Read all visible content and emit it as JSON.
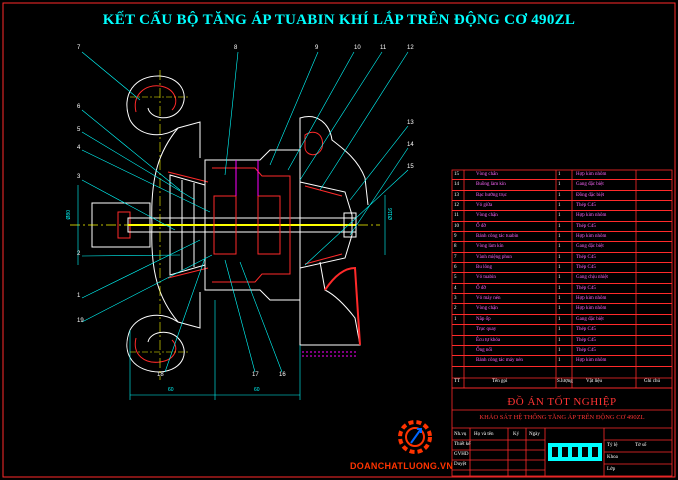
{
  "title": "KẾT CẤU BỘ TĂNG ÁP TUABIN KHÍ LẮP TRÊN ĐỘNG CƠ 490ZL",
  "callouts": [
    "7",
    "8",
    "9",
    "10",
    "11",
    "12",
    "6",
    "5",
    "4",
    "13",
    "14",
    "15",
    "3",
    "2",
    "1",
    "19",
    "18",
    "17",
    "16"
  ],
  "dimension_labels": {
    "left_diameter": "Ø80",
    "right_diameter": "Ø116",
    "bottom_left": "60",
    "bottom_right": "60"
  },
  "bom": {
    "rows": [
      {
        "no": "15",
        "name": "Vòng chắn",
        "qty": "1",
        "material": "Hợp kim nhôm"
      },
      {
        "no": "14",
        "name": "Buồng làm kín",
        "qty": "1",
        "material": "Gang đặc biệt"
      },
      {
        "no": "13",
        "name": "Bạc hướng trục",
        "qty": "1",
        "material": "Đồng đặc biệt"
      },
      {
        "no": "12",
        "name": "Vỏ giữa",
        "qty": "1",
        "material": "Thép C45"
      },
      {
        "no": "11",
        "name": "Vòng chặn",
        "qty": "1",
        "material": "Hợp kim nhôm"
      },
      {
        "no": "10",
        "name": "Ổ đỡ",
        "qty": "1",
        "material": "Thép C45"
      },
      {
        "no": "9",
        "name": "Bánh công tác tuabin",
        "qty": "1",
        "material": "Hợp kim nhôm"
      },
      {
        "no": "8",
        "name": "Vòng làm kín",
        "qty": "1",
        "material": "Gang đặc biệt"
      },
      {
        "no": "7",
        "name": "Vành miệng phun",
        "qty": "1",
        "material": "Thép C45"
      },
      {
        "no": "6",
        "name": "Bu lông",
        "qty": "1",
        "material": "Thép C45"
      },
      {
        "no": "5",
        "name": "Vỏ tuabin",
        "qty": "1",
        "material": "Gang chịu nhiệt"
      },
      {
        "no": "4",
        "name": "Ổ đỡ",
        "qty": "1",
        "material": "Thép C45"
      },
      {
        "no": "3",
        "name": "Vỏ máy nén",
        "qty": "1",
        "material": "Hợp kim nhôm"
      },
      {
        "no": "2",
        "name": "Vòng chặn",
        "qty": "1",
        "material": "Hợp kim nhôm"
      },
      {
        "no": "1",
        "name": "Nắp ốp",
        "qty": "1",
        "material": "Gang đặc biệt"
      },
      {
        "no": "",
        "name": "Trục quay",
        "qty": "1",
        "material": "Thép C45"
      },
      {
        "no": "",
        "name": "Êcu tự khóa",
        "qty": "1",
        "material": "Thép C45"
      },
      {
        "no": "",
        "name": "Ống nối",
        "qty": "1",
        "material": "Thép C45"
      },
      {
        "no": "",
        "name": "Bánh công tác máy nén",
        "qty": "1",
        "material": "Hợp kim nhôm"
      }
    ],
    "header": {
      "no": "TT",
      "name": "Tên gọi",
      "qty": "S.lượng",
      "material": "Vật liệu",
      "note": "Ghi chú"
    }
  },
  "title_block": {
    "title": "ĐỒ ÁN TỐT NGHIỆP",
    "subtitle": "KHẢO SÁT HỆ THỐNG TĂNG ÁP TRÊN ĐỘNG CƠ 490ZL",
    "cells": [
      "Nh.vụ",
      "Họ và tên",
      "Ký",
      "Ngày",
      "Thiết kế",
      "GVHD",
      "Duyệt",
      "Tỷ lệ",
      "Tờ số",
      "Khoa",
      "Lớp"
    ]
  },
  "watermark": "DOANCHATLUONG.VN",
  "colors": {
    "outline": "#ffffff",
    "section": "#ff2a2a",
    "center": "#ffff00",
    "dimension": "#00ffff",
    "accent": "#ff00ff"
  }
}
